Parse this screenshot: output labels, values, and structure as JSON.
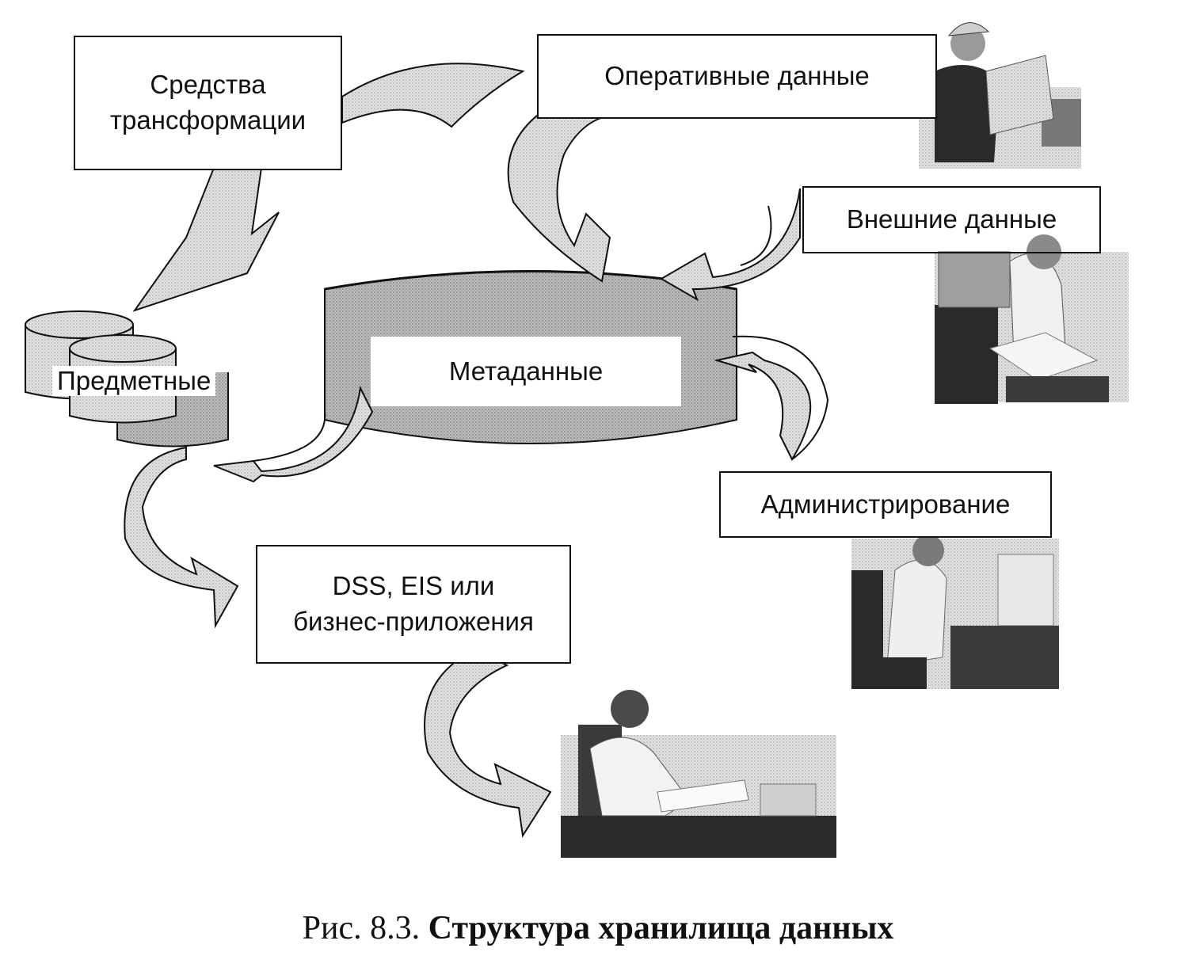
{
  "boxes": {
    "transform": [
      "Средства",
      "трансформации"
    ],
    "operational": "Оперативные данные",
    "external": "Внешние данные",
    "metadata": "Метаданные",
    "subject": "Предметные",
    "admin": "Администрирование",
    "dss": [
      "DSS, EIS или",
      "бизнес-приложения"
    ]
  },
  "caption": {
    "prefix": "Рис. 8.3.",
    "title": "Структура хранилища данных"
  },
  "colors": {
    "arrow_fill": "#d9d9d9",
    "stroke": "#111111",
    "drum_fill": "#c9c9c9",
    "photo_dark": "#2a2a2a"
  }
}
